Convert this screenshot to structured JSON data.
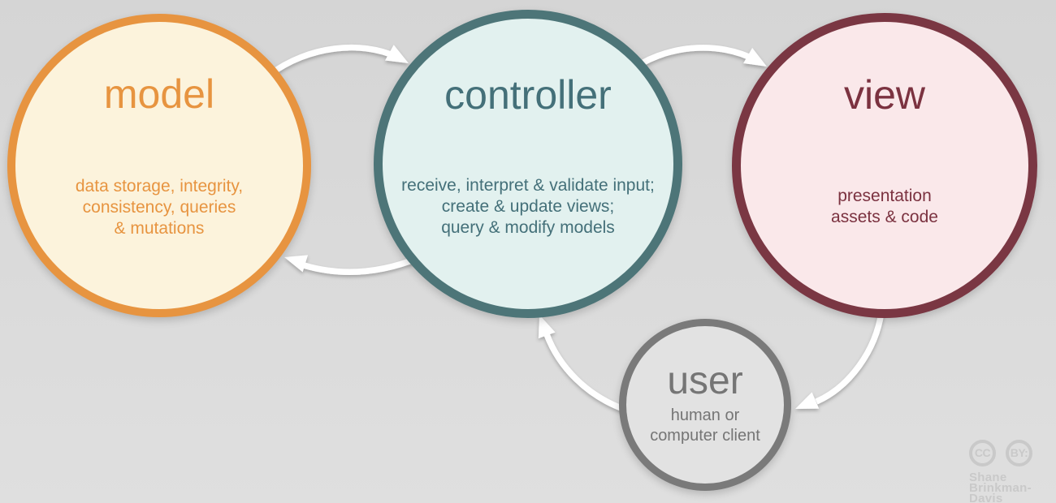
{
  "background": {
    "top": "#d5d5d5",
    "bottom": "#dfdfdf"
  },
  "arrow_color": "#ffffff",
  "nodes": [
    {
      "id": "model",
      "title": "model",
      "lines": [
        "data storage, integrity,",
        "consistency, queries",
        "& mutations"
      ],
      "border_color": "#e79440",
      "fill_color": "#fcf3dc",
      "text_color": "#e79440"
    },
    {
      "id": "controller",
      "title": "controller",
      "lines": [
        "receive, interpret & validate input;",
        "create & update views;",
        "query & modify models"
      ],
      "border_color": "#4d7578",
      "fill_color": "#e2f1ef",
      "text_color": "#447079"
    },
    {
      "id": "view",
      "title": "view",
      "lines": [
        "presentation",
        "assets & code"
      ],
      "border_color": "#7a3743",
      "fill_color": "#fae8ea",
      "text_color": "#7b3240"
    },
    {
      "id": "user",
      "title": "user",
      "lines": [
        "human or",
        "computer client"
      ],
      "border_color": "#7a7a7a",
      "fill_color": "#e2e2e2",
      "text_color": "#757575"
    }
  ],
  "arrows": [
    {
      "from": "model",
      "to": "controller"
    },
    {
      "from": "controller",
      "to": "view"
    },
    {
      "from": "controller",
      "to": "model"
    },
    {
      "from": "view",
      "to": "user"
    },
    {
      "from": "user",
      "to": "controller"
    }
  ],
  "attribution": {
    "badge1": "CC",
    "badge2": "BY:",
    "line1": "Shane",
    "line2": "Brinkman-Davis",
    "color": "#c9c9c9"
  }
}
